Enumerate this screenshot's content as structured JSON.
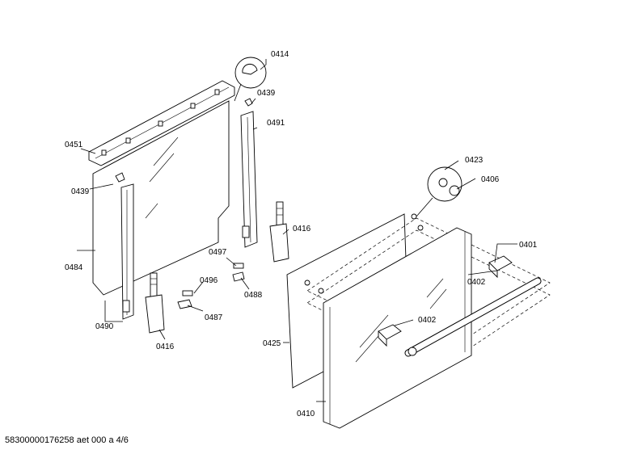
{
  "labels": {
    "l0414": "0414",
    "l0439a": "0439",
    "l0491": "0491",
    "l0451": "0451",
    "l0439b": "0439",
    "l0484": "0484",
    "l0416a": "0416",
    "l0497": "0497",
    "l0488": "0488",
    "l0496": "0496",
    "l0487": "0487",
    "l0490": "0490",
    "l0416b": "0416",
    "l0423": "0423",
    "l0406": "0406",
    "l0401": "0401",
    "l0402a": "0402",
    "l0402b": "0402",
    "l0425": "0425",
    "l0410": "0410"
  },
  "footer": "58300000176258 aet 000 a 4/6"
}
